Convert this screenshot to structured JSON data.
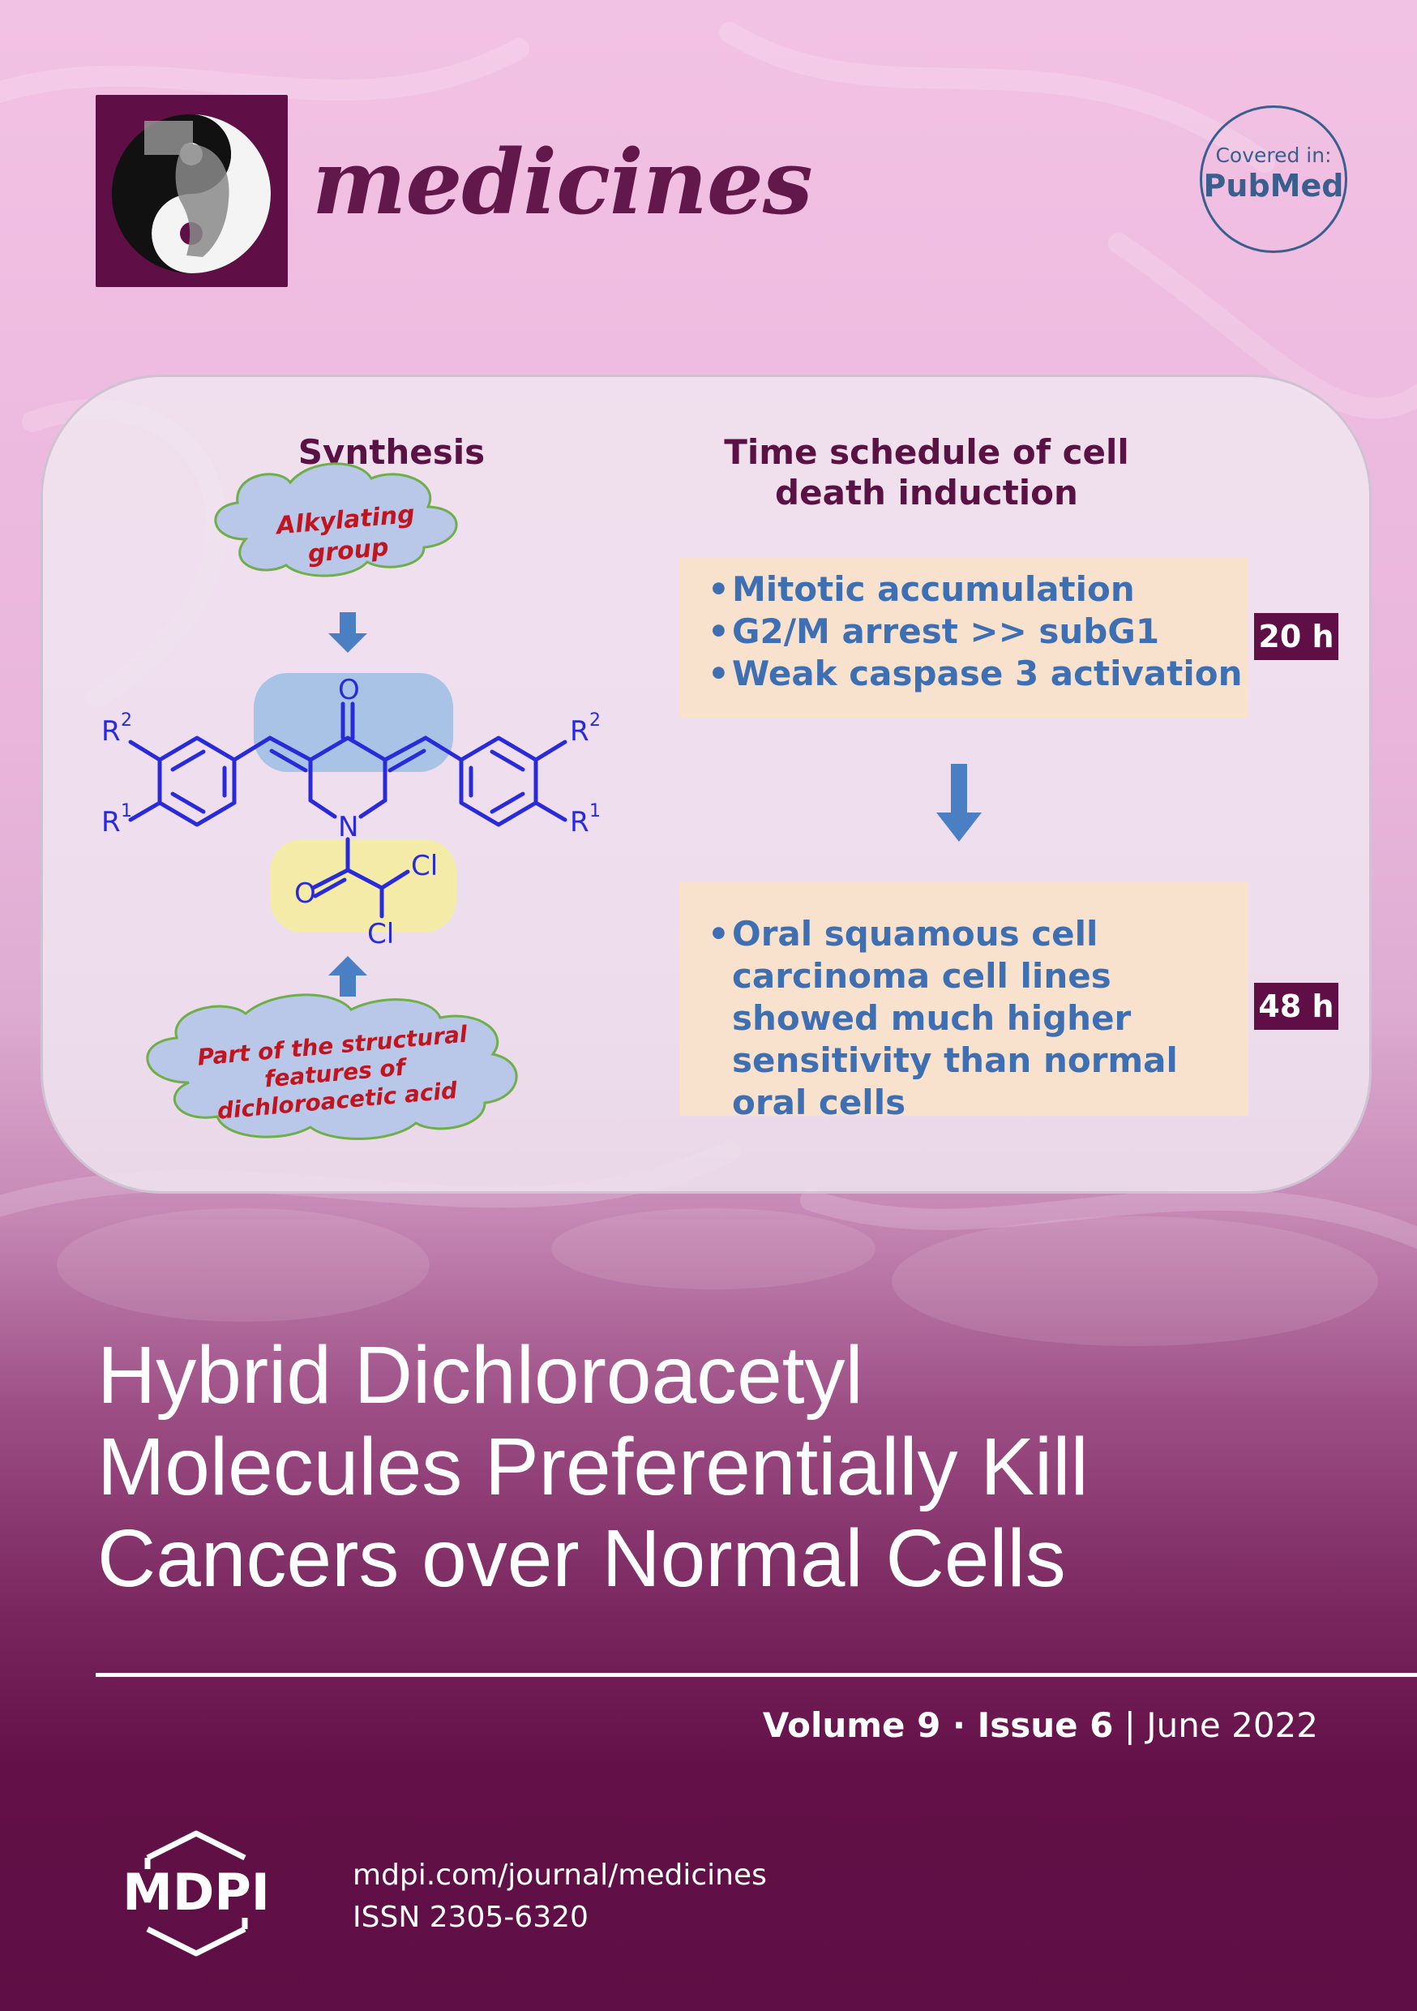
{
  "journal": {
    "name": "medicines",
    "pubmed": {
      "covered_label": "Covered in:",
      "name": "PubMed"
    }
  },
  "abstract": {
    "synthesis": {
      "heading": "Synthesis",
      "top_cloud": "Alkylating group",
      "bottom_cloud": "Part of the structural features of dichloroacetic acid",
      "molecule_labels": {
        "r2": "R",
        "r1": "R",
        "sup2": "2",
        "sup1": "1",
        "oxygen": "O",
        "nitrogen": "N",
        "chlorine": "Cl"
      }
    },
    "schedule": {
      "heading": "Time schedule of cell death induction",
      "stage1": {
        "items": [
          "Mitotic accumulation",
          "G2/M arrest >> subG1",
          "Weak caspase 3 activation"
        ],
        "time": "20 h"
      },
      "stage2": {
        "items": [
          "Oral squamous cell carcinoma cell lines showed much higher sensitivity than normal oral cells"
        ],
        "time": "48 h"
      }
    }
  },
  "cover": {
    "title_lines": [
      "Hybrid Dichloroacetyl",
      "Molecules Preferentially Kill",
      "Cancers over Normal Cells"
    ],
    "volume": "Volume 9",
    "separator": " · ",
    "issue": "Issue 6",
    "divider": " | ",
    "date": "June 2022"
  },
  "publisher": {
    "name": "MDPI",
    "url": "mdpi.com/journal/medicines",
    "issn": "ISSN 2305-6320"
  },
  "colors": {
    "brand_plum": "#5f0f45",
    "molecule_blue": "#2a2bd8",
    "arrow_blue": "#4a7fc4",
    "cloud_fill": "#b9c7e8",
    "cloud_stroke": "#6fae4a",
    "cloud_text": "#c0141e",
    "highlight_blue": "#a8c3e6",
    "highlight_yellow": "#f3eba7",
    "schedule_box": "#f8e2cd",
    "schedule_text": "#3f6fb3"
  }
}
